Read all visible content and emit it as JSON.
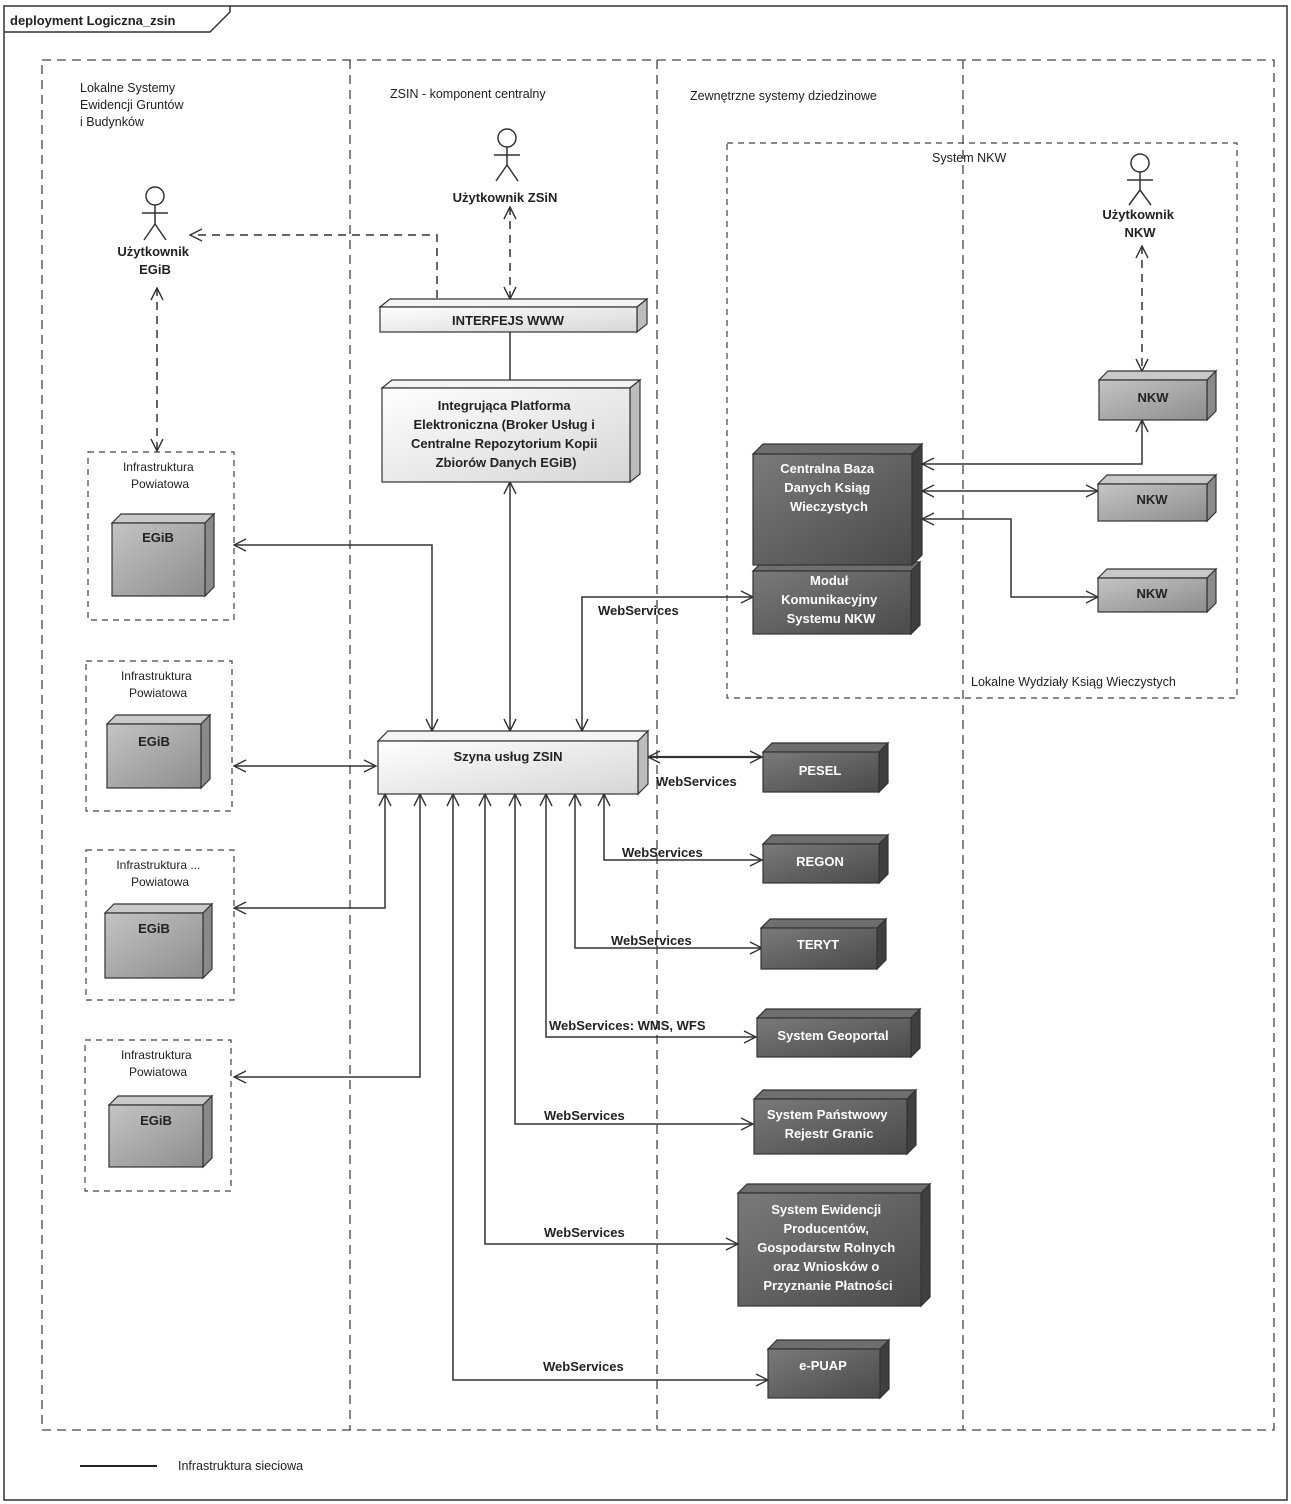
{
  "frame": {
    "title": "deployment Logiczna_zsin"
  },
  "swimlanes": {
    "local_egib": [
      "Lokalne Systemy",
      "Ewidencji Gruntów",
      "i Budynków"
    ],
    "zsin_central": "ZSIN - komponent centralny",
    "external": "Zewnętrzne systemy dziedzinowe"
  },
  "actors": {
    "zsin_user": "Użytkownik ZSiN",
    "egib_user": [
      "Użytkownik",
      "EGiB"
    ],
    "nkw_user": [
      "Użytkownik",
      "NKW"
    ]
  },
  "system_nkw": {
    "title": "System NKW",
    "local_departments": "Lokalne Wydziały Ksiąg Wieczystych",
    "central_db": [
      "Centralna Baza",
      "Danych Ksiąg",
      "Wieczystych"
    ],
    "comm_module": [
      "Moduł",
      "Komunikacyjny",
      "Systemu NKW"
    ],
    "nkw_nodes": [
      "NKW",
      "NKW",
      "NKW"
    ]
  },
  "central_nodes": {
    "www": "INTERFEJS WWW",
    "platform": [
      "Integrująca Platforma",
      "Elektroniczna (Broker Usług i",
      "Centralne Repozytorium Kopii",
      "Zbiorów Danych EGiB)"
    ],
    "bus": "Szyna usług ZSIN"
  },
  "powiat_blocks": [
    {
      "title": [
        "Infrastruktura",
        "Powiatowa"
      ],
      "node": "EGiB"
    },
    {
      "title": [
        "Infrastruktura",
        "Powiatowa"
      ],
      "node": "EGiB"
    },
    {
      "title": [
        "Infrastruktura ...",
        "Powiatowa"
      ],
      "node": "EGiB"
    },
    {
      "title": [
        "Infrastruktura",
        "Powiatowa"
      ],
      "node": "EGiB"
    }
  ],
  "external_systems": {
    "pesel": "PESEL",
    "regon": "REGON",
    "teryt": "TERYT",
    "geoportal": "System Geoportal",
    "prg": [
      "System Państwowy",
      "Rejestr Granic"
    ],
    "arimr": [
      "System Ewidencji",
      "Producentów,",
      "Gospodarstw Rolnych",
      "oraz Wniosków o",
      "Przyznanie Płatności"
    ],
    "epuap": "e-PUAP"
  },
  "connector_labels": {
    "nkw": "WebServices",
    "pesel": "WebServices",
    "regon": "WebServices",
    "teryt": "WebServices",
    "geoportal": "WebServices: WMS, WFS",
    "prg": "WebServices",
    "arimr": "WebServices",
    "epuap": "WebServices"
  },
  "legend": {
    "network": "Infrastruktura sieciowa"
  },
  "colors": {
    "dark_node": "#5f5f5f",
    "light_node": "#a6a6a6",
    "bus_fill": "#f2f2f2",
    "line": "#333333"
  }
}
